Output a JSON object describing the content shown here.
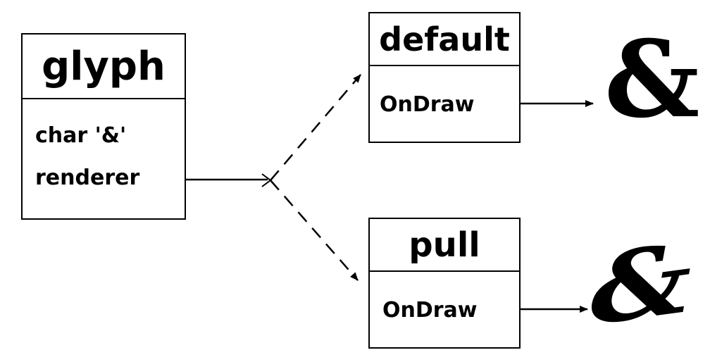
{
  "nodes": {
    "glyph": {
      "title": "glyph",
      "fields": [
        "char '&'",
        "renderer"
      ]
    },
    "default": {
      "title": "default",
      "field": "OnDraw"
    },
    "pull": {
      "title": "pull",
      "field": "OnDraw"
    }
  },
  "outputs": {
    "default_glyph": "&",
    "pull_glyph": "&"
  }
}
